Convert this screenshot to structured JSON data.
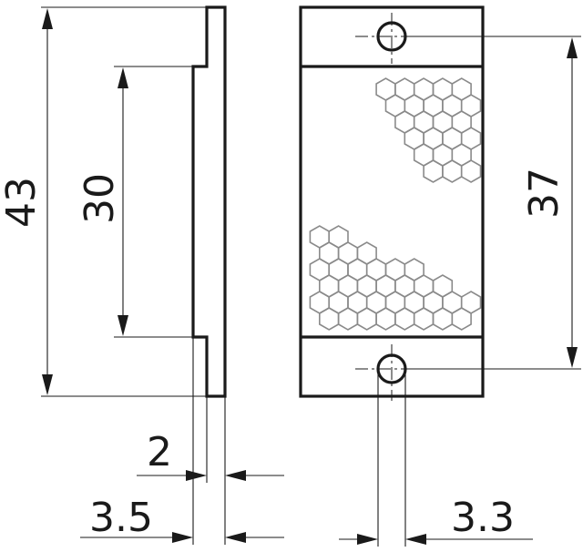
{
  "dimensions": {
    "height_total": "43",
    "height_inner": "30",
    "thickness_step": "2",
    "thickness_total": "3.5",
    "hole_spacing": "37",
    "hole_diameter": "3.3"
  },
  "colors": {
    "line": "#1a1a1a",
    "reflector_pattern": "#8a8a8a"
  }
}
